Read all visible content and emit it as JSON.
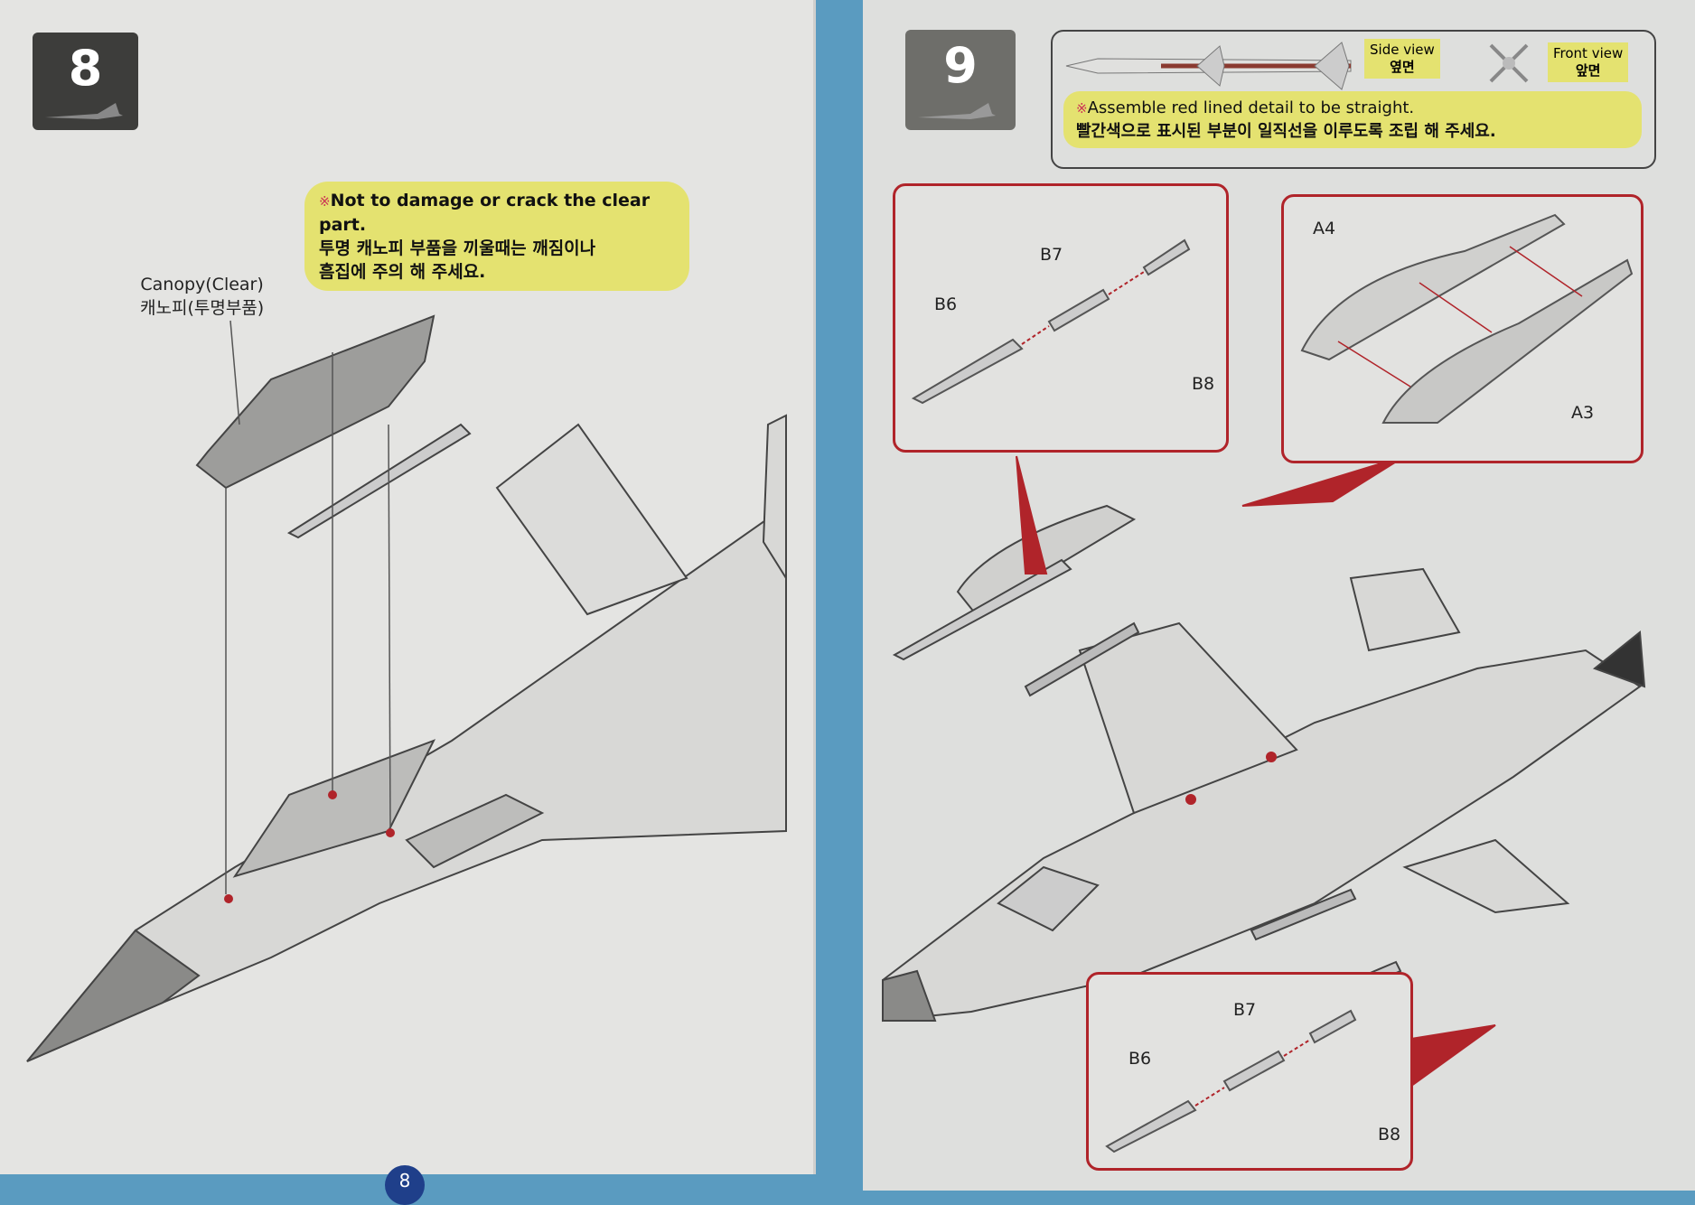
{
  "left_page": {
    "step_number": "8",
    "note": {
      "symbol": "※",
      "english": "Not to damage or crack the clear part.",
      "korean_line1": "투명 캐노피 부품을 끼울때는 깨짐이나",
      "korean_line2": "흠집에 주의 해 주세요."
    },
    "canopy_label": "Canopy(Clear)",
    "canopy_label_ko": "캐노피(투명부품)",
    "page_number": "8"
  },
  "right_page": {
    "step_number": "9",
    "side_view": "Side view",
    "side_view_ko": "옆면",
    "front_view": "Front view",
    "front_view_ko": "앞면",
    "note": {
      "symbol": "※",
      "english": "Assemble red lined detail to be straight.",
      "korean": "빨간색으로 표시된 부분이 일직선을 이루도록 조립 해 주세요."
    },
    "inset_missile_top": {
      "b6": "B6",
      "b7": "B7",
      "b8": "B8"
    },
    "inset_tank": {
      "a4": "A4",
      "a3": "A3"
    },
    "inset_missile_bottom": {
      "b6": "B6",
      "b7": "B7",
      "b8": "B8"
    }
  },
  "colors": {
    "accent_red": "#b0242a",
    "note_yellow": "#e4e270",
    "background_blue": "#5a9bc0"
  }
}
